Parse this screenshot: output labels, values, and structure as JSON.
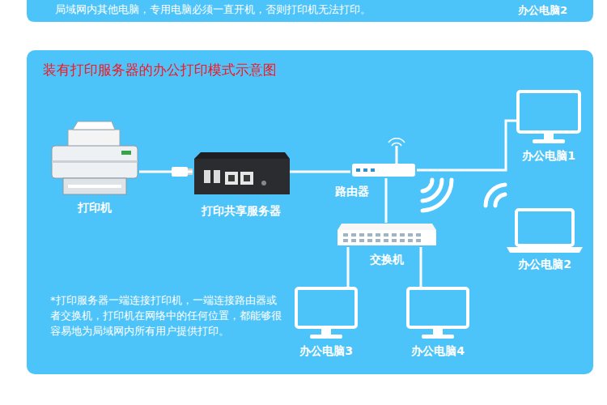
{
  "diagram": {
    "title": "装有打印服务器的办公打印模式示意图",
    "nodes": [
      {
        "text": [
          "打印机"
        ]
      },
      {
        "text": [
          "打印共享服务器"
        ]
      },
      {
        "text": [
          "路由器"
        ]
      },
      {
        "text": [
          "办公电脑1"
        ]
      },
      {
        "text": [
          "办公电脑2"
        ]
      },
      {
        "text": [
          "交换机"
        ]
      },
      {
        "text": [
          "办公电脑3"
        ]
      },
      {
        "text": [
          "办公电脑4"
        ]
      }
    ],
    "edges": [
      {
        "from": 0,
        "to": 1,
        "arrow": "none"
      },
      {
        "from": 1,
        "to": 2,
        "arrow": "none"
      },
      {
        "from": 2,
        "to": 3,
        "arrow": "none"
      },
      {
        "from": 2,
        "to": 5,
        "arrow": "none"
      },
      {
        "from": 5,
        "to": 6,
        "arrow": "none"
      },
      {
        "from": 5,
        "to": 7,
        "arrow": "none"
      }
    ],
    "labels": [
      "局域网内其他电脑，专用电脑必须一直开机，否则打印机无法打印。",
      "办公电脑2",
      "*打印服务器一端连接打印机，一端连接路由器或者交换机，打印机在网络中的任何位置，都能够很容易地为局域网内所有用户提供打印。"
    ]
  }
}
